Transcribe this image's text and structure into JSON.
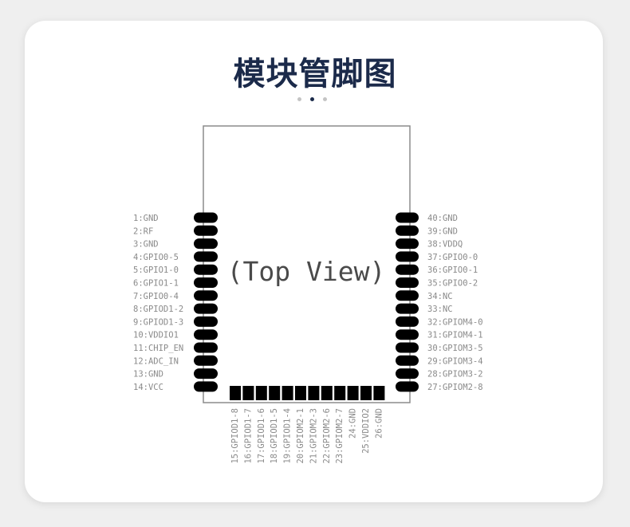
{
  "title": "模块管脚图",
  "pager": {
    "count": 3,
    "active_index": 1
  },
  "module": {
    "view_label": "(Top View)",
    "left_pins": [
      "1:GND",
      "2:RF",
      "3:GND",
      "4:GPIO0-5",
      "5:GPIO1-0",
      "6:GPIO1-1",
      "7:GPIO0-4",
      "8:GPIOD1-2",
      "9:GPIOD1-3",
      "10:VDDIO1",
      "11:CHIP_EN",
      "12:ADC_IN",
      "13:GND",
      "14:VCC"
    ],
    "right_pins": [
      "40:GND",
      "39:GND",
      "38:VDDQ",
      "37:GPIO0-0",
      "36:GPIO0-1",
      "35:GPIO0-2",
      "34:NC",
      "33:NC",
      "32:GPIOM4-0",
      "31:GPIOM4-1",
      "30:GPIOM3-5",
      "29:GPIOM3-4",
      "28:GPIOM3-2",
      "27:GPIOM2-8"
    ],
    "bottom_pins": [
      "15:GPIOD1-8",
      "16:GPIOD1-7",
      "17:GPIOD1-6",
      "18:GPIOD1-5",
      "19:GPIOD1-4",
      "20:GPIOM2-1",
      "21:GPIOM2-3",
      "22:GPIOM2-6",
      "23:GPIOM2-7",
      "24:GND",
      "25:VDDIO2",
      "26:GND"
    ]
  },
  "colors": {
    "title": "#1b2a4a",
    "pad": "#000000",
    "outline": "#8c8c8c",
    "label": "#8a8a8a"
  }
}
